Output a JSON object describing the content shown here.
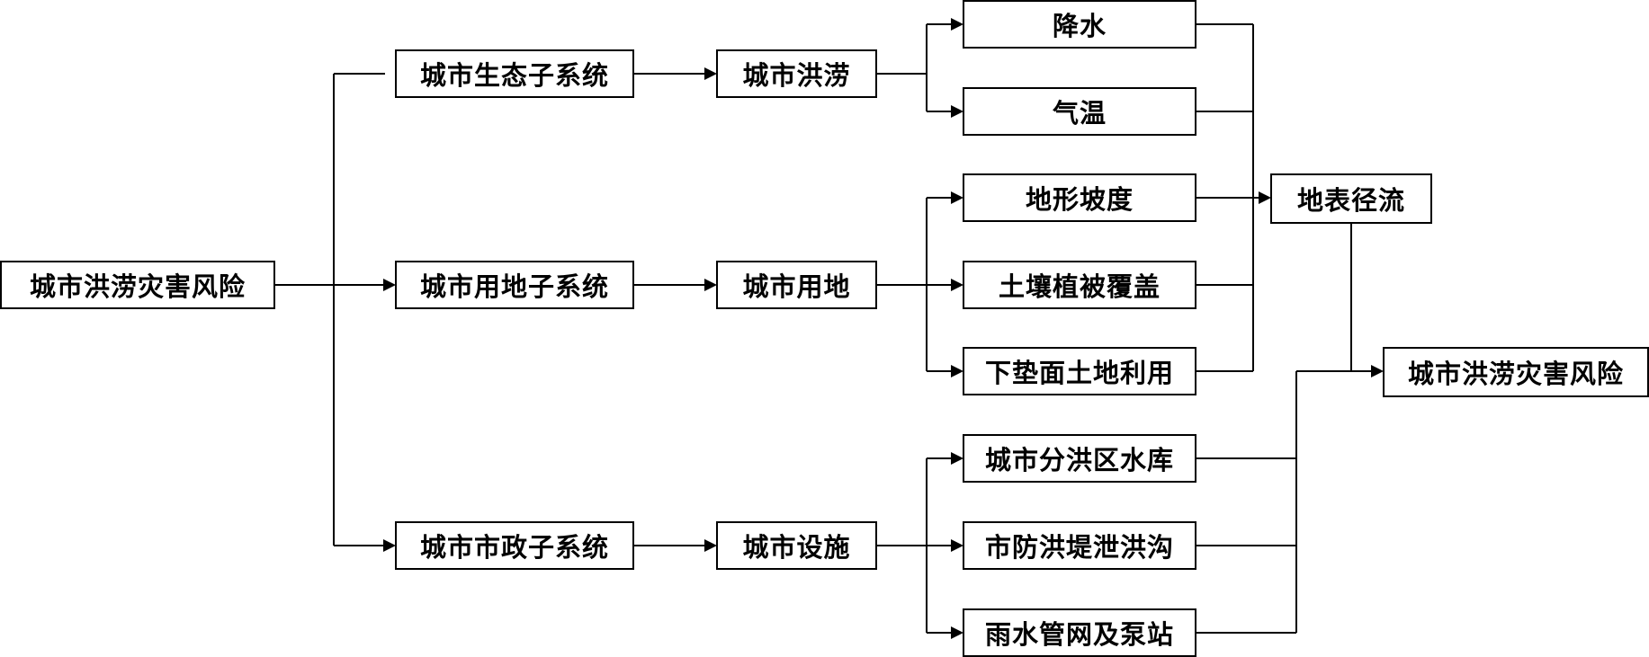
{
  "diagram": {
    "root": "城市洪涝灾害风险",
    "subsystems": [
      "城市生态子系统",
      "城市用地子系统",
      "城市市政子系统"
    ],
    "mid": [
      "城市洪涝",
      "城市用地",
      "城市设施"
    ],
    "factors_ecology": [
      "降水",
      "气温"
    ],
    "factors_landuse": [
      "地形坡度",
      "土壤植被覆盖",
      "下垫面土地利用"
    ],
    "factors_facility": [
      "城市分洪区水库",
      "市防洪堤泄洪沟",
      "雨水管网及泵站"
    ],
    "runoff": "地表径流",
    "result": "城市洪涝灾害风险"
  }
}
